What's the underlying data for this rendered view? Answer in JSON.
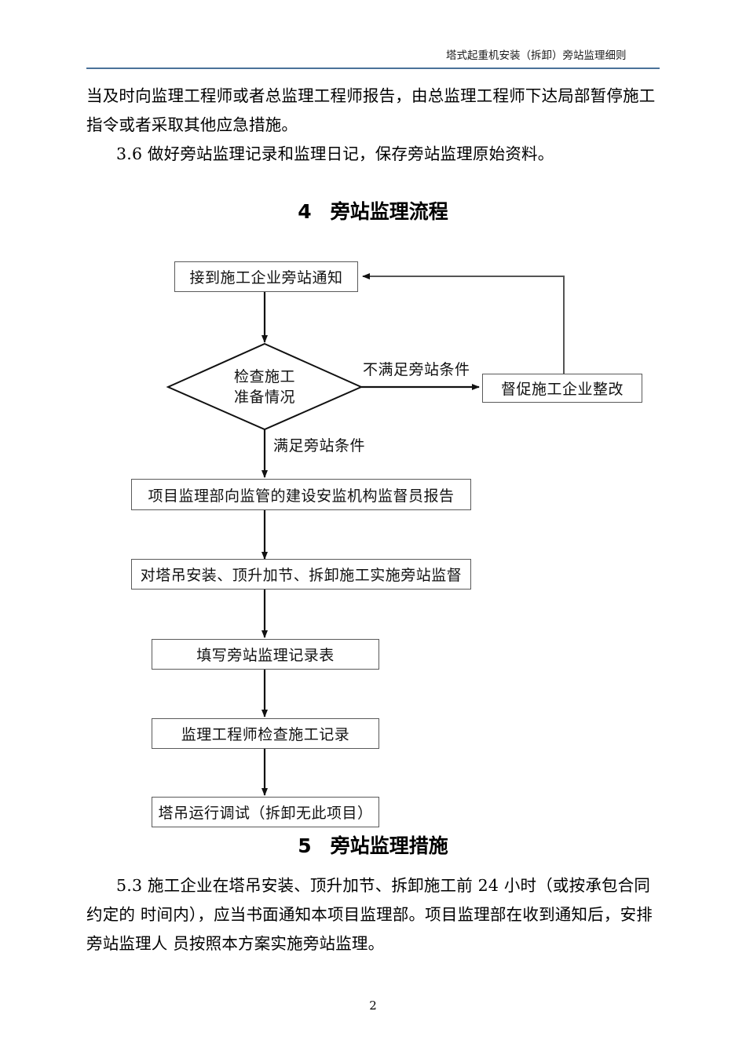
{
  "header": {
    "title": "塔式起重机安装（拆卸）旁站监理细则"
  },
  "body": {
    "paragraph_intro": "当及时向监理工程师或者总监理工程师报告，由总监理工程师下达局部暂停施工指令或者采取其他应急措施。",
    "paragraph_3_6": "3.6 做好旁站监理记录和监理日记，保存旁站监理原始资料。",
    "paragraph_5_3": "5.3  施工企业在塔吊安装、顶升加节、拆卸施工前 24 小时（或按承包合同约定的 时间内），应当书面通知本项目监理部。项目监理部在收到通知后，安排旁站监理人 员按照本方案实施旁站监理。"
  },
  "sections": [
    {
      "number": "4",
      "title": "旁站监理流程"
    },
    {
      "number": "5",
      "title": "旁站监理措施"
    }
  ],
  "flowchart": {
    "nodes": [
      {
        "id": "notice",
        "label": "接到施工企业旁站通知",
        "shape": "rect"
      },
      {
        "id": "check",
        "label": "检查施工\n准备情况",
        "shape": "diamond",
        "line1": "检查施工",
        "line2": "准备情况"
      },
      {
        "id": "rectify",
        "label": "督促施工企业整改",
        "shape": "rect"
      },
      {
        "id": "report",
        "label": "项目监理部向监管的建设安监机构监督员报告",
        "shape": "rect"
      },
      {
        "id": "supervise",
        "label": "对塔吊安装、顶升加节、拆卸施工实施旁站监督",
        "shape": "rect"
      },
      {
        "id": "record",
        "label": "填写旁站监理记录表",
        "shape": "rect"
      },
      {
        "id": "inspect",
        "label": "监理工程师检查施工记录",
        "shape": "rect"
      },
      {
        "id": "commission",
        "label": "塔吊运行调试（拆卸无此项目）",
        "shape": "rect"
      }
    ],
    "edge_labels": {
      "not_satisfied": "不满足旁站条件",
      "satisfied": "满足旁站条件"
    }
  },
  "footer": {
    "page_number": "2"
  },
  "colors": {
    "header_rule": "#4a7299",
    "node_border": "#5a5a5a",
    "text": "#000000"
  }
}
